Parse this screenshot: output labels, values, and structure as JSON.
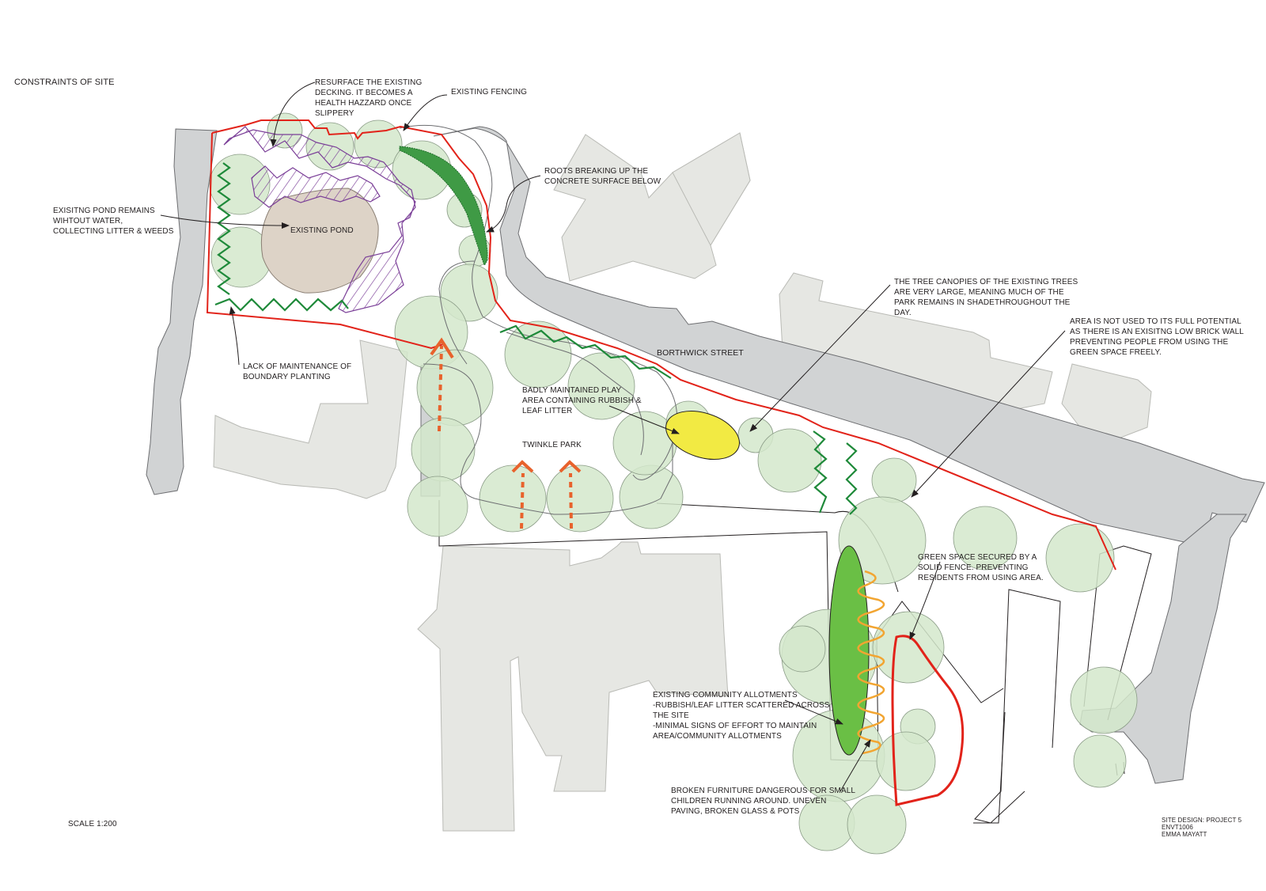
{
  "title": "CONSTRAINTS OF SITE",
  "place_labels": {
    "pond": "EXISTING POND",
    "park": "TWINKLE PARK",
    "street": "BORTHWICK STREET"
  },
  "annotations": {
    "decking": "RESURFACE THE EXISTING\nDECKING. IT BECOMES A\nHEALTH HAZZARD ONCE\nSLIPPERY",
    "fencing": "EXISTING FENCING",
    "roots": "ROOTS BREAKING UP THE\nCONCRETE SURFACE BELOW",
    "pond_note": "EXISITNG POND REMAINS\nWIHTOUT WATER,\nCOLLECTING LITTER & WEEDS",
    "boundary": "LACK OF MAINTENANCE OF\nBOUNDARY PLANTING",
    "canopies": "THE TREE CANOPIES OF THE EXISTING TREES\nARE VERY LARGE, MEANING MUCH OF THE\nPARK REMAINS IN SHADETHROUGHOUT THE\nDAY.",
    "brick_wall": "AREA IS NOT USED TO ITS FULL POTENTIAL\nAS THERE IS AN EXISITNG LOW BRICK WALL\nPREVENTING PEOPLE FROM USING THE\nGREEN SPACE FREELY.",
    "play_area": "BADLY MAINTAINED PLAY\nAREA CONTAINING RUBBISH &\nLEAF LITTER",
    "fenced_green": "GREEN SPACE SECURED BY A\nSOLID FENCE. PREVENTING\nRESIDENTS FROM USING AREA.",
    "allotments": "EXISTING COMMUNITY ALLOTMENTS\n-RUBBISH/LEAF LITTER SCATTERED ACROSS\nTHE SITE\n-MINIMAL SIGNS OF EFFORT TO MAINTAIN\nAREA/COMMUNITY ALLOTMENTS",
    "furniture": "BROKEN FURNITURE DANGEROUS FOR SMALL\nCHILDREN RUNNING AROUND. UNEVEN\nPAVING, BROKEN GLASS & POTS"
  },
  "scale": "SCALE 1:200",
  "credits": "SITE DESIGN: PROJECT 5\nENVT1006\nEMMA MAYATT",
  "colors": {
    "building": "#e6e7e3",
    "building_stroke": "#b9bab5",
    "road": "#d1d3d4",
    "road_stroke": "#6d6e71",
    "tree": "#d3e8cb",
    "tree_stroke": "#8a9b86",
    "boundary": "#e2231a",
    "zigzag": "#1f8a3a",
    "hatch": "#7b3f98",
    "pond": "#ddd3c7",
    "play_area": "#f2ea43",
    "allotment": "#6abf45",
    "coil": "#f2a531",
    "arrow": "#e8622c",
    "line": "#231f20"
  }
}
